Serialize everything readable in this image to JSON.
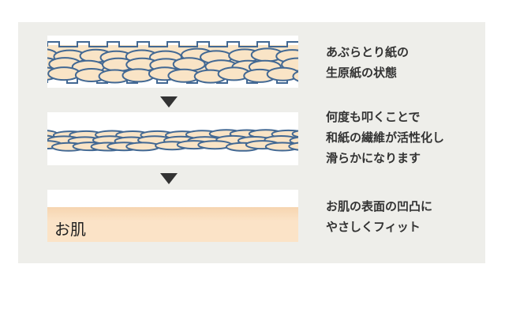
{
  "steps": [
    {
      "caption_lines": [
        "あぶらとり紙の",
        "生原紙の状態"
      ]
    },
    {
      "caption_lines": [
        "何度も叩くことで",
        "和紙の繊維が活性化し",
        "滑らかになります"
      ]
    },
    {
      "caption_lines": [
        "お肌の表面の凹凸に",
        "やさしくフィット"
      ],
      "skin_label": "お肌"
    }
  ],
  "colors": {
    "fiber_fill": "#f9e4c6",
    "fiber_stroke": "#426893",
    "panel": "#eeeeea",
    "arrow": "#333333"
  }
}
